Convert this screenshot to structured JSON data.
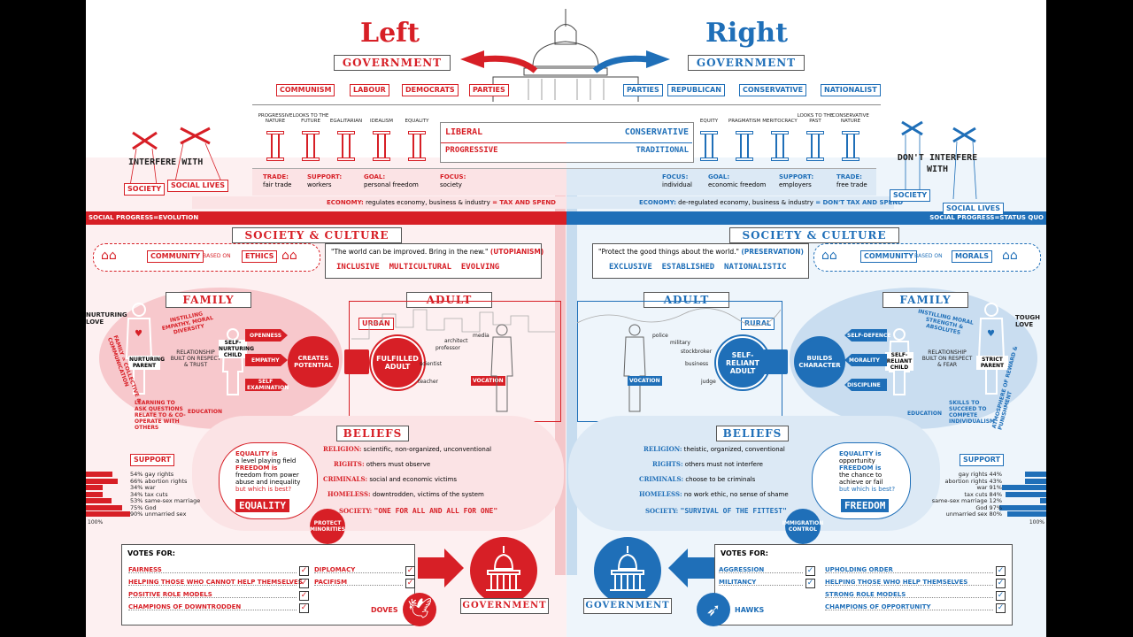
{
  "header": {
    "left_title": "Left",
    "right_title": "Right",
    "left_gov": "GOVERNMENT",
    "right_gov": "GOVERNMENT"
  },
  "left_parties": [
    "COMMUNISM",
    "LABOUR",
    "DEMOCRATS",
    "PARTIES"
  ],
  "right_parties": [
    "PARTIES",
    "REPUBLICAN",
    "CONSERVATIVE",
    "NATIONALIST"
  ],
  "left_columns": [
    "PROGRESSIVE NATURE",
    "LOOKS TO THE FUTURE",
    "EGALITARIAN",
    "IDEALISM",
    "EQUALITY"
  ],
  "right_columns": [
    "EQUITY",
    "PRAGMATISM",
    "MERITOCRACY",
    "LOOKS TO THE PAST",
    "CONSERVATIVE NATURE"
  ],
  "center_panel": {
    "liberal": "LIBERAL",
    "conservative": "CONSERVATIVE",
    "progressive": "PROGRESSIVE",
    "traditional": "TRADITIONAL"
  },
  "left_steps": [
    {
      "k": "TRADE:",
      "v": "fair trade"
    },
    {
      "k": "SUPPORT:",
      "v": "workers"
    },
    {
      "k": "GOAL:",
      "v": "personal freedom"
    },
    {
      "k": "FOCUS:",
      "v": "society"
    }
  ],
  "right_steps": [
    {
      "k": "FOCUS:",
      "v": "individual"
    },
    {
      "k": "GOAL:",
      "v": "economic freedom"
    },
    {
      "k": "SUPPORT:",
      "v": "employers"
    },
    {
      "k": "TRADE:",
      "v": "free trade"
    }
  ],
  "economy": {
    "left_k": "ECONOMY:",
    "left_v": "regulates economy, business & industry",
    "left_hl": "= TAX AND SPEND",
    "right_k": "ECONOMY:",
    "right_v": "de-regulated economy, business & industry",
    "right_hl": "= DON'T TAX AND SPEND"
  },
  "progress": {
    "left": "SOCIAL PROGRESS=EVOLUTION",
    "right": "SOCIAL PROGRESS=STATUS QUO"
  },
  "interfere": {
    "left": "INTERFERE WITH",
    "left_a": "SOCIETY",
    "left_b": "SOCIAL LIVES",
    "right": "DON'T INTERFERE WITH",
    "right_a": "SOCIETY",
    "right_b": "SOCIAL LIVES"
  },
  "society": {
    "title": "SOCIETY & CULTURE",
    "left_community": "COMMUNITY",
    "based_on": "BASED ON",
    "left_basis": "ETHICS",
    "right_community": "COMMUNITY",
    "right_basis": "MORALS",
    "left_quote": "\"The world can be improved. Bring in the new.\"",
    "left_quote_tag": "(UTOPIANISM)",
    "left_words": "INCLUSIVE  MULTICULTURAL  EVOLVING",
    "right_quote": "\"Protect the good things about the world.\"",
    "right_quote_tag": "(PRESERVATION)",
    "right_words": "EXCLUSIVE  ESTABLISHED  NATIONALISTIC"
  },
  "family": {
    "title": "FAMILY",
    "left_love": "NURTURING LOVE",
    "right_love": "TOUGH LOVE",
    "left_instill": "INSTILLING EMPATHY, MORAL DIVERSITY",
    "right_instill": "INSTILLING MORAL STRENGTH & ABSOLUTES",
    "left_parent": "NURTURING PARENT",
    "right_parent": "STRICT PARENT",
    "left_child": "SELF-NURTURING CHILD",
    "right_child": "SELF-RELIANT CHILD",
    "left_rel": "RELATIONSHIP BUILT ON RESPECT & TRUST",
    "right_rel": "RELATIONSHIP BUILT ON RESPECT & FEAR",
    "left_traits": [
      "OPENNESS",
      "EMPATHY",
      "SELF EXAMINATION"
    ],
    "right_traits": [
      "SELF-DEFENCE",
      "MORALITY",
      "DISCIPLINE"
    ],
    "left_learning": "LEARNING TO ASK QUESTIONS RELATE TO & CO-OPERATE WITH OTHERS",
    "right_skills": "SKILLS TO SUCCEED TO COMPETE INDIVIDUALISM",
    "education": "EDUCATION",
    "left_badge": "CREATES POTENTIAL",
    "right_badge": "BUILDS CHARACTER",
    "left_side": "FAMILY = COLLECTIVE & COMMUNICATION",
    "right_side": "ATMOSPHERE OF REWARD & PUNISHMENT"
  },
  "adult": {
    "title": "ADULT",
    "left_place": "URBAN",
    "right_place": "RURAL",
    "left_result": "FULFILLED ADULT",
    "right_result": "SELF-RELIANT ADULT",
    "vocation": "VOCATION",
    "left_jobs": [
      "architect",
      "media",
      "professor",
      "scientist",
      "teacher"
    ],
    "right_jobs": [
      "police",
      "military",
      "stockbroker",
      "business",
      "judge"
    ]
  },
  "beliefs": {
    "title": "BELIEFS",
    "left": [
      {
        "k": "RELIGION:",
        "v": "scientific, non-organized, unconventional"
      },
      {
        "k": "RIGHTS:",
        "v": "others must observe"
      },
      {
        "k": "CRIMINALS:",
        "v": "social and economic victims"
      },
      {
        "k": "HOMELESS:",
        "v": "downtrodden, victims of the system"
      },
      {
        "k": "SOCIETY:",
        "v": "\"ONE FOR ALL AND ALL FOR ONE\""
      }
    ],
    "right": [
      {
        "k": "RELIGION:",
        "v": "theistic, organized, conventional"
      },
      {
        "k": "RIGHTS:",
        "v": "others must not interfere"
      },
      {
        "k": "CRIMINALS:",
        "v": "choose to be criminals"
      },
      {
        "k": "HOMELESS:",
        "v": "no work ethic, no sense of shame"
      },
      {
        "k": "SOCIETY:",
        "v": "\"SURVIVAL OF THE FITTEST\""
      }
    ],
    "left_eq1": "EQUALITY is",
    "left_eq2": "a level playing field",
    "left_fr1": "FREEDOM is",
    "left_fr2": "freedom from power abuse and inequality",
    "left_big": "EQUALITY",
    "right_eq1": "EQUALITY is",
    "right_eq2": "opportunity",
    "right_fr1": "FREEDOM is",
    "right_fr2": "the chance to achieve or fail",
    "right_q": "but which is best?",
    "left_q": "but which is best?",
    "right_big": "FREEDOM",
    "left_badge": "PROTECT MINORITIES",
    "right_badge": "IMMIGRATION CONTROL"
  },
  "support": {
    "title": "SUPPORT",
    "left": [
      "54% gay rights",
      "66% abortion rights",
      "34% war",
      "34% tax cuts",
      "53% same-sex marriage",
      "75% God",
      "90% unmarried sex"
    ],
    "left_values": [
      54,
      66,
      34,
      34,
      53,
      75,
      90
    ],
    "right": [
      "gay rights 44%",
      "abortion rights 43%",
      "war 91%",
      "tax cuts 84%",
      "same-sex marriage 12%",
      "God 97%",
      "unmarried sex 80%"
    ],
    "right_values": [
      44,
      43,
      91,
      84,
      12,
      97,
      80
    ],
    "axis_left": "100%",
    "axis_right": "100%"
  },
  "votes": {
    "title": "VOTES FOR:",
    "left_a": [
      "FAIRNESS",
      "HELPING THOSE WHO CANNOT HELP THEMSELVES",
      "POSITIVE ROLE MODELS",
      "CHAMPIONS OF DOWNTRODDEN"
    ],
    "left_b": [
      "DIPLOMACY",
      "PACIFISM"
    ],
    "right_a": [
      "AGGRESSION",
      "MILITANCY"
    ],
    "right_b": [
      "UPHOLDING ORDER",
      "HELPING THOSE WHO HELP THEMSELVES",
      "STRONG ROLE MODELS",
      "CHAMPIONS OF OPPORTUNITY"
    ],
    "doves": "DOVES",
    "hawks": "HAWKS",
    "left_gov": "GOVERNMENT",
    "right_gov": "GOVERNMENT"
  },
  "colors": {
    "left": "#d71f26",
    "right": "#1f6fb8",
    "left_light": "#f9d9db",
    "right_light": "#d6e6f4"
  },
  "icons": [
    "capitol-dome",
    "dove-icon",
    "hawk-icon",
    "checkbox-icon",
    "arrow-icon",
    "house-icon"
  ]
}
